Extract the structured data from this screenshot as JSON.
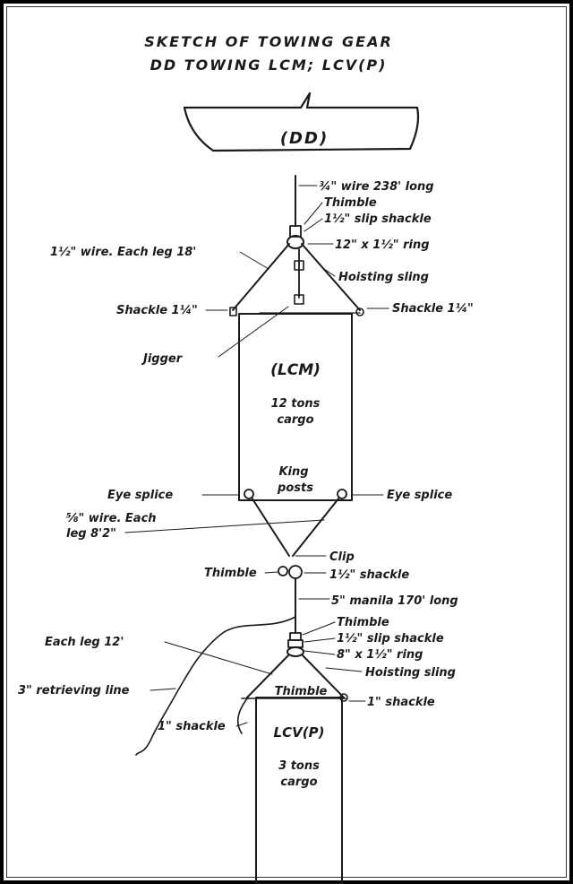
{
  "title": {
    "line1": "SKETCH OF TOWING GEAR",
    "line2": "DD TOWING LCM; LCV(P)"
  },
  "ship": {
    "label": "(DD)"
  },
  "labels": {
    "wire_238": "¾\" wire 238' long",
    "thimble_top": "Thimble",
    "slip_shackle_top": "1½\" slip shackle",
    "ring_top": "12\" x 1½\" ring",
    "wire_18": "1½\" wire. Each leg 18'",
    "hoisting_sling_top": "Hoisting sling",
    "shackle_left_top": "Shackle 1¼\"",
    "shackle_right_top": "Shackle 1¼\"",
    "jigger": "Jigger",
    "eye_splice_left": "Eye splice",
    "eye_splice_right": "Eye splice",
    "wire_8_line1": "⅝\" wire. Each",
    "wire_8_line2": "leg 8'2\"",
    "clip": "Clip",
    "thimble_mid": "Thimble",
    "shackle_mid": "1½\" shackle",
    "manila": "5\" manila 170' long",
    "thimble_low": "Thimble",
    "slip_shackle_low": "1½\" slip shackle",
    "ring_low": "8\" x 1½\" ring",
    "each_leg_12": "Each leg 12'",
    "hoisting_sling_low": "Hoisting sling",
    "retrieving_line": "3\" retrieving line",
    "thimble_lcvp": "Thimble",
    "shackle_1_right": "1\" shackle",
    "shackle_1_left": "1\" shackle"
  },
  "lcm": {
    "name": "(LCM)",
    "cargo_line1": "12 tons",
    "cargo_line2": "cargo",
    "king_line1": "King",
    "king_line2": "posts"
  },
  "lcvp": {
    "name": "LCV(P)",
    "cargo_line1": "3 tons",
    "cargo_line2": "cargo"
  }
}
